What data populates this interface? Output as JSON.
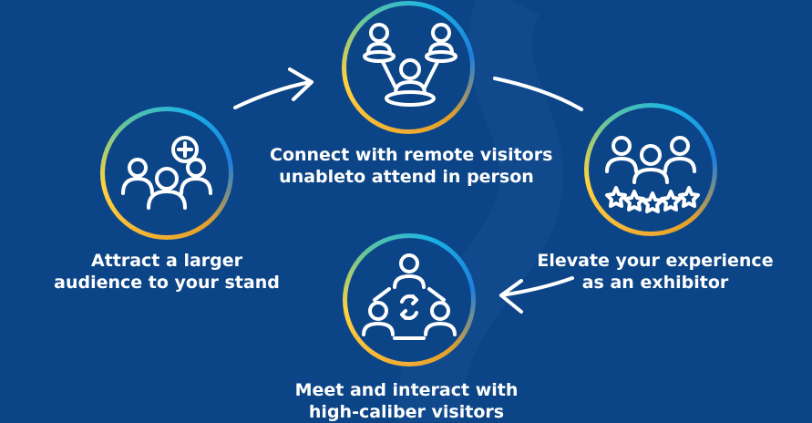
{
  "colors": {
    "background": "#0c4587",
    "ring_gradient": [
      "#f5b335",
      "#ffd23f",
      "#5fc4a0",
      "#1ab3e6",
      "#1d7fdc"
    ],
    "text": "#ffffff"
  },
  "steps": [
    {
      "icon": "group-add-user-icon",
      "line1": "Attract a larger",
      "line2": "audience to your stand"
    },
    {
      "icon": "remote-connect-people-icon",
      "line1": "Connect with remote visitors",
      "line2": "unableto attend in person"
    },
    {
      "icon": "people-stars-icon",
      "line1": "Elevate your experience",
      "line2": "as an exhibitor"
    },
    {
      "icon": "people-exchange-icon",
      "line1": "Meet and interact with",
      "line2": "high-caliber visitors"
    }
  ]
}
